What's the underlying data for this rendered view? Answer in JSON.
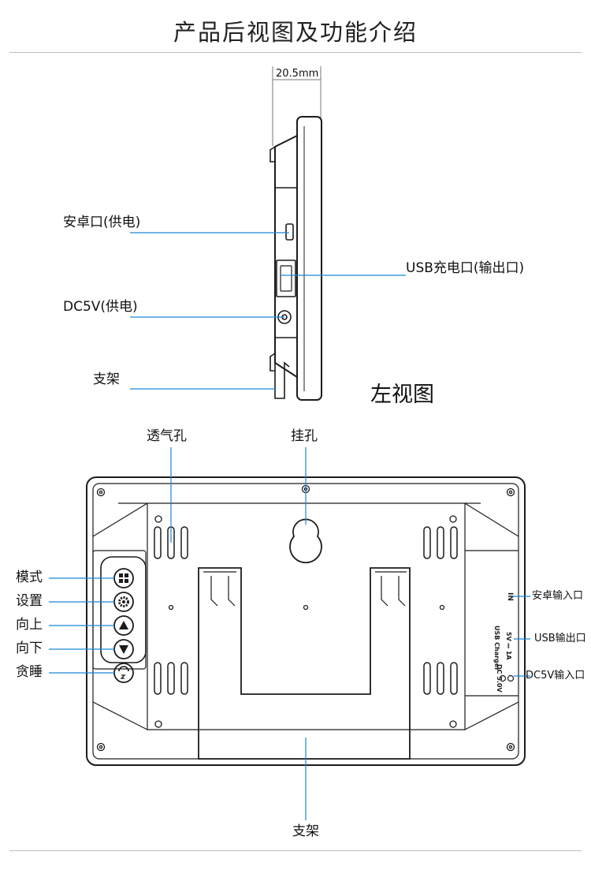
{
  "title": "产品后视图及功能介绍",
  "side_view": {
    "view_label": "左视图",
    "dimension": "20.5mm",
    "callouts": {
      "android_power": "安卓口(供电)",
      "dc_power": "DC5V(供电)",
      "stand": "支架",
      "usb_output": "USB充电口(输出口)"
    }
  },
  "rear_view": {
    "callouts": {
      "vent_holes": "透气孔",
      "hanging_hole": "挂孔",
      "stand": "支架",
      "android_input": "安卓输入口",
      "usb_output": "USB输出口",
      "dc_input": "DC5V输入口"
    },
    "buttons": [
      {
        "label": "模式",
        "icon": "grid-icon"
      },
      {
        "label": "设置",
        "icon": "gear-icon"
      },
      {
        "label": "向上",
        "icon": "up-arrow-icon"
      },
      {
        "label": "向下",
        "icon": "down-arrow-icon"
      },
      {
        "label": "贪睡",
        "icon": "snooze-icon"
      }
    ],
    "panel_text": {
      "in": "IN",
      "usb_charger": "USB Charger",
      "usb_spec": "5V ⎓ 1A",
      "dc_spec": "DC 5.0V"
    }
  },
  "colors": {
    "callout_line": "#1a86d8",
    "outline": "#1c1c1c",
    "rule": "#bdbdbd"
  }
}
